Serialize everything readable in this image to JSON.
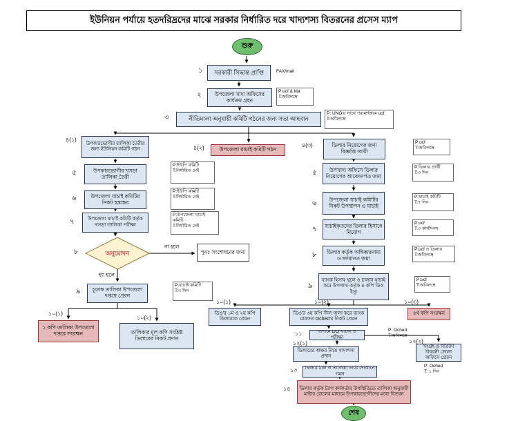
{
  "title": "ইউনিয়ন পর্যায়ে হতদরিদ্রদের মাঝে সরকার নির্ধারিত দরে খাদ্যশস্য বিতরনের প্রসেস ম্যাপ",
  "start_label": "শুরু",
  "end_label": "শেষ",
  "steps": {
    "s1": {
      "num": "১",
      "label": "সরকারী সিদ্ধান্ত প্রাপ্তি",
      "note": "FAX/mail"
    },
    "s2": {
      "num": "২",
      "label": "উপজেলা খাদ্য অফিসের কার্যক্রম গ্রহন",
      "note": "P:ucf & lda\nT:অবিলম্বে"
    },
    "s3": {
      "num": "৩",
      "label": "নীতিমালা অনুযায়ী কমিটি গঠনের জন্য সভা আহবান",
      "note": "P: UNO'র সাথে পরামর্শক্রমে ucf\nT:অবিলম্বে"
    },
    "s4_1": {
      "num": "৪(১)",
      "label": "উপকারভোগীর তালিকা তৈরীর জন্য ইউনিয়ন কমিটি গঠন"
    },
    "s4_2": {
      "num": "৪(২)",
      "label": "উপজেলা যাচাই কমিটি গঠন"
    },
    "s4_3": {
      "num": "৪(৩)",
      "label": "ডিলার নিয়োগের জন্য বিজ্ঞপ্তি জারী",
      "note": "P:ucf\nT:অবিলম্বে"
    },
    "l5": {
      "num": "৫",
      "label": "উপকারভোগীর খসড়া তালিকা তৈরী",
      "note": "P:ইউপি কমিটি\nT:নির্ধারিত নেই"
    },
    "l6": {
      "num": "৬",
      "label": "উপজেলা যাচাই কমিটির নিকট হস্তান্তর",
      "note": "P:ইউপি কমিটি\nT:নির্ধারিত নেই"
    },
    "l7": {
      "num": "৭",
      "label": "উপজেলা যাচাই কমিটি কর্তৃক খসড়া তালিকা পরীক্ষা",
      "note": "P:উপজেলা যাচাই কমিটি\nT:নির্ধারিত নেই"
    },
    "d8": {
      "num": "৮",
      "label": "অনুমোদন",
      "no_label": "না হলে",
      "yes_label": "হ্যা হলে"
    },
    "rework": {
      "label": "পুনঃ সংশোধনের জন্য"
    },
    "l9": {
      "num": "৯",
      "label": "চূড়ান্ত তালিকা উপজেলা দপ্তরে প্রেরন",
      "note": "P:যাচাই কমিটি\nT:৩ দিন"
    },
    "l10_1": {
      "num": "১০(১)",
      "label": "১ কপি তালিকা উপজেলা দপ্তরে সংরক্ষন"
    },
    "l10_2": {
      "num": "১০(২)",
      "label": "তালিকার মূল কপি সংশ্লিষ্ট ডিলারের নিকট প্রদান"
    },
    "r5": {
      "num": "৫",
      "label": "উপখাদ্য অফিসে ডিলার নিয়োগের আবেদনপত্র জমা",
      "note": "P:ডিলার প্রার্থী\nT:৩ দিন"
    },
    "r6": {
      "num": "৬",
      "label": "উপজেলা যাচাই কমিটির নিকট উপস্থাপন ও যাচাই",
      "note": "P:যাচাই কমিটি\nT:৭ দিন"
    },
    "r7": {
      "num": "৭",
      "label": "যাচাইকৃতদের ডিলার হিসাবে নিয়োগ",
      "note": "P:ucf\nT:৩ কার্যদিবস"
    },
    "r8": {
      "num": "৮",
      "label": "ডিলার কর্তৃক অঙ্গিকারনামা ও জামানত জমা",
      "note": "P:ucf ও ডিলার\nT:অবিলম্বে"
    },
    "r9": {
      "num": "৯",
      "label": "ব্যাংক হিসাব খুলে ও চালান যাচাই করে উপখাদ্য কর্তৃক ৪ কপি ডিও ইস্যু",
      "note": "P:ucf\nT:অবিলম্বে"
    },
    "r10_1": {
      "num": "১০(১)",
      "label": "ডিও'র ১ম ও ২য় কপি ডিলারকে প্রেরন"
    },
    "r10_2": {
      "num": "১০(২)",
      "label": "ডিও'র ৩য় কপি সীল গালা করে ব্যাংক মারফত Oched'র নিকট প্রেরন"
    },
    "r10_3": {
      "num": "১০(৩)",
      "label": "৪র্থ কপি সংরক্ষন"
    },
    "r11": {
      "num": "১১",
      "label": "গুদামে DO যাচাই ও পরীক্ষা",
      "note": "P: Oched\nT:অবিলম্বে"
    },
    "r12_1": {
      "num": "১২(১)",
      "label": "ডিলারের স্বাক্ষর নিয়ে খাদ্যশস্য প্রদান"
    },
    "r12_2": {
      "num": "১২(২)",
      "label": "সংগ্রহ ও বিতরণ বিবরনী জেলা অফিসে প্রেরন",
      "note": "P: Oched\nT: ১ দিন"
    },
    "r13": {
      "num": "১৩",
      "label": "ডিলার চাল ও তালিকা নিয়ে দোকানে গমন"
    },
    "r14": {
      "num": "১৪",
      "label": "ডিলার কর্তৃক ট্যাগ কর্মকর্তার উপস্থিতিতে তালিকা অনুযায়ী মাষ্টার রোলের মাধ্যমে উপকারভোগীদের মধ্যে বিতরন"
    }
  },
  "colors": {
    "process_fill": "#dce6f2",
    "highlight_fill": "#e5b9b7",
    "decision_fill": "#fdf3d0",
    "terminator_fill": "#6fbf6f"
  }
}
